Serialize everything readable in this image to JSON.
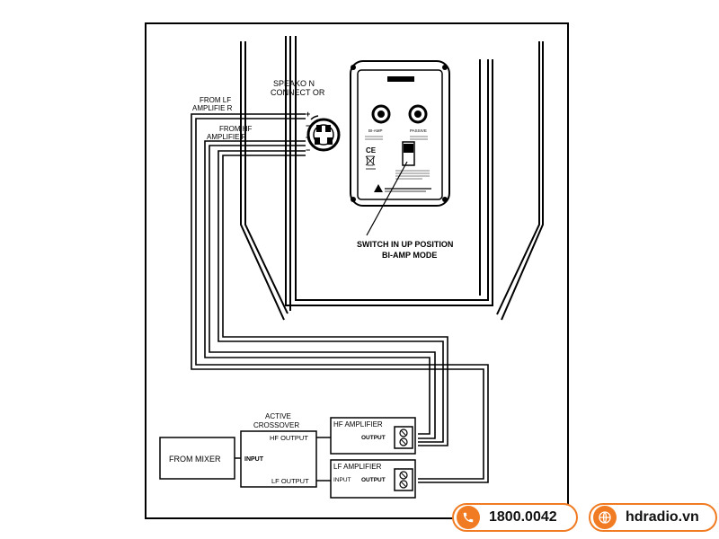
{
  "labels": {
    "speakon_1": "SPEAKO N",
    "speakon_2": "CONNECT OR",
    "from_lf_1": "FROM  LF",
    "from_lf_2": "AMPLIFIE R",
    "from_hf_1": "FROM  HF",
    "from_hf_2": "AMPLIFIE R",
    "switch_1": "SWITCH IN UP POSITION",
    "switch_2": "BI-AMP MODE",
    "crossover_1": "ACTIVE",
    "crossover_2": "CROSSOVER",
    "hf_output": "HF OUTPUT",
    "lf_output": "LF OUTPUT",
    "input": "INPUT",
    "from_mixer": "FROM MIXER",
    "hf_amplifier": "HF AMPLIFIER",
    "lf_amplifier": "LF AMPLIFIER",
    "output": "OUTPUT",
    "amp_input": "INPUT",
    "plus": "+",
    "minus": "−"
  },
  "panel": {
    "ce_mark": "CE",
    "biamp_label": "BI-AMP",
    "passive_label": "PASSIVE"
  },
  "contact": {
    "phone": "1800.0042",
    "website": "hdradio.vn",
    "phone_icon": "phone-icon",
    "web_icon": "globe-icon",
    "accent": "#f07b22"
  }
}
